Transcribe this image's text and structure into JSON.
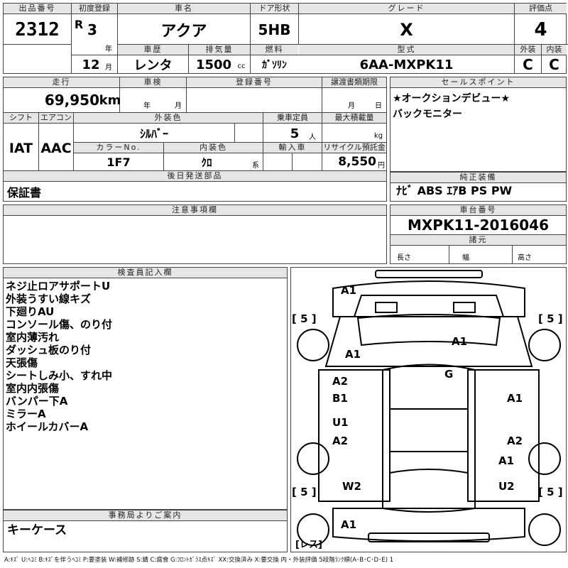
{
  "header": {
    "lot_no_label": "出品番号",
    "lot_no": "2312",
    "first_reg_label": "初度登録",
    "era": "R",
    "reg_year": "3",
    "year_unit": "年",
    "reg_month": "12",
    "month_unit": "月",
    "car_name_label": "車名",
    "car_name": "アクア",
    "door_label": "ドア形状",
    "door": "5HB",
    "grade_label": "グレード",
    "grade": "X",
    "score_label": "評価点",
    "score": "4",
    "history_label": "車歴",
    "history": "レンタ",
    "displacement_label": "排気量",
    "displacement": "1500",
    "displacement_unit": "cc",
    "fuel_label": "燃料",
    "fuel": "ｶﾞｿﾘﾝ",
    "model_label": "型式",
    "model": "6AA-MXPK11",
    "exterior_label": "外装",
    "exterior": "C",
    "interior_label": "内装",
    "interior": "C"
  },
  "mid": {
    "mileage_label": "走行",
    "mileage": "69,950",
    "mileage_unit": "km",
    "inspection_label": "車検",
    "insp_year_unit": "年",
    "insp_month_unit": "月",
    "reg_no_label": "登録番号",
    "transfer_label": "譲渡書類期限",
    "transfer_month_unit": "月",
    "transfer_day_unit": "日",
    "shift_label": "シフト",
    "shift": "IAT",
    "ac_label": "エアコン",
    "ac": "AAC",
    "ext_color_label": "外装色",
    "ext_color": "ｼﾙﾊﾞｰ",
    "capacity_label": "乗車定員",
    "capacity": "5",
    "capacity_unit": "人",
    "max_load_label": "最大積載量",
    "max_load_unit": "kg",
    "color_no_label": "カラーNo.",
    "color_no": "1F7",
    "int_color_label": "内装色",
    "int_color": "ｸﾛ",
    "int_color_unit": "系",
    "import_label": "輸入車",
    "recycle_label": "リサイクル預託金",
    "recycle": "8,550",
    "recycle_unit": "円",
    "later_parts_label": "後日発送部品",
    "later_parts": "保証書"
  },
  "sales": {
    "label": "セールスポイント",
    "lines": [
      "★オークションデビュー★",
      "バックモニター"
    ]
  },
  "equip": {
    "label": "純正装備",
    "value": "ﾅﾋﾞ ABS ｴｱB PS PW"
  },
  "notes": {
    "label": "注意事項欄"
  },
  "chassis": {
    "label": "車台番号",
    "value": "MXPK11-2016046",
    "spec_label": "諸元",
    "length": "長さ",
    "width": "幅",
    "height": "高さ"
  },
  "inspector": {
    "label": "検査員記入欄",
    "lines": [
      "ネジ止ロアサポートU",
      "外装うすい線キズ",
      "下廻りAU",
      "コンソール傷、のり付",
      "室内薄汚れ",
      "ダッシュ板のり付",
      "天張傷",
      "シートしみ小、すれ中",
      "室内内張傷",
      "バンパー下A",
      "ミラーA",
      "ホイールカバーA"
    ]
  },
  "office": {
    "label": "事務局よりご案内",
    "value": "キーケース"
  },
  "diagram": {
    "marks": {
      "front_bumper": "A1",
      "bonnet": "A1",
      "left_fender": "A1",
      "windshield": "G",
      "left_front_door_a": "A2",
      "left_front_door_b": "B1",
      "left_rear_door_u": "U1",
      "left_rear_door_a": "A2",
      "right_front_door": "A1",
      "right_rear_door": "A2",
      "right_quarter": "A1",
      "left_rear_wheel": "W2",
      "right_rear_wheel": "U2",
      "rear_bumper": "A1"
    },
    "tires": [
      "5",
      "5",
      "5",
      "5"
    ],
    "spare": "レス"
  },
  "legend": "A:ｷｽﾞ U:ﾍｺﾐ B:ｷｽﾞを伴うﾍｺﾐ P:要塗装 W:補修跡 S:錆 C:腐食 G:ﾌﾛﾝﾄｶﾞﾗｽ点ｷｽﾞ XX:交換済み X:要交換 内・外装評価 5段階ﾗﾝｸ順(A･B･C･D･E) 1"
}
